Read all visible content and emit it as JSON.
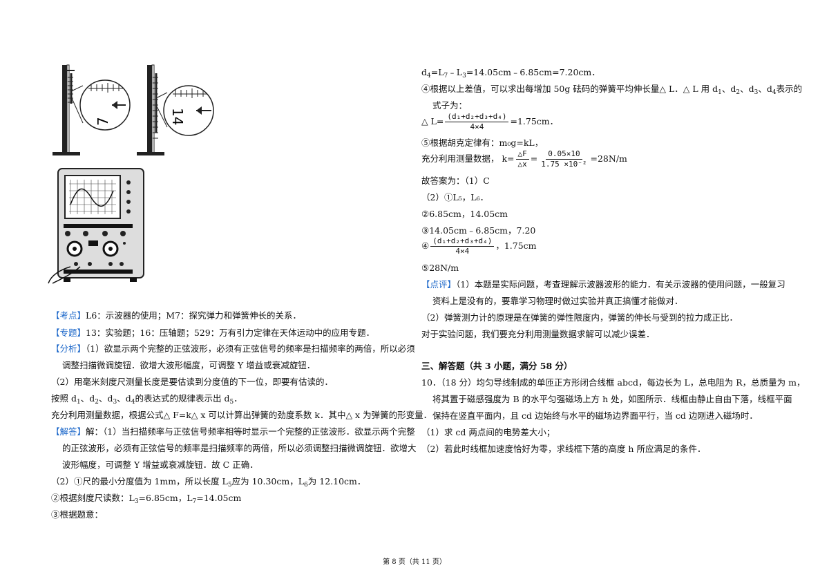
{
  "left": {
    "kaodian_tag": "【考点】",
    "kaodian_text": "L6：示波器的使用；M7：探究弹力和弹簧伸长的关系．",
    "zhuanti_tag": "【专题】",
    "zhuanti_text": "13：实验题；16：压轴题；529：万有引力定律在天体运动中的应用专题．",
    "fenxi_tag": "【分析】",
    "fenxi_1": "（1）欲显示两个完整的正弦波形，必须有正弦信号的频率是扫描频率的两倍，所以必须",
    "fenxi_2": "调整扫描微调旋钮．欲增大波形幅度，可调整 Y 增益或衰减旋钮．",
    "fenxi_3": "（2）用毫米刻度尺测量长度是要估读到分度值的下一位，即要有估读的．",
    "fenxi_4a": "按照 d",
    "fenxi_4b": "、d",
    "fenxi_4c": "、d",
    "fenxi_4d": "、d",
    "fenxi_4e": "的表达式的规律表示出 d",
    "fenxi_4f": "．",
    "fenxi_5": "充分利用测量数据，根据公式△ F=k△ x 可以计算出弹簧的劲度系数 k．其中△ x 为弹簧的形变量．",
    "jieda_tag": "【解答】",
    "jieda_1": "解：（1）当扫描频率与正弦信号频率相等时显示一个完整的正弦波形．欲显示两个完整",
    "jieda_2": "的正弦波形，必须有正弦信号的频率是扫描频率的两倍，所以必须调整扫描微调旋钮．欲增大",
    "jieda_3": "波形幅度，可调整 Y 增益或衰减旋钮．故 C 正确．",
    "jieda_4a": "（2）①尺的最小分度值为 1mm，所以长度 L",
    "jieda_4b": "应为 10.30cm，L",
    "jieda_4c": "为 12.10cm．",
    "jieda_5a": "②根据刻度尺读数：L",
    "jieda_5b": "=6.85cm，L",
    "jieda_5c": "=14.05cm",
    "jieda_6": "③根据题意："
  },
  "right": {
    "r1a": "d",
    "r1b": "=L",
    "r1c": "﹣L",
    "r1d": "=14.05cm﹣6.85cm=7.20cm．",
    "r2": "④根据以上差值，可以求出每增加 50g 砝码的弹簧平均伸长量△ L．△ L 用 d",
    "r2b": "、d",
    "r2c": "、d",
    "r2d": "、d",
    "r2e": "表示的",
    "r3": "式子为：",
    "dl_prefix": "△ L=",
    "frac1_num": "(d₁+d₂+d₃+d₄)",
    "frac1_den": "4×4",
    "dl_suffix": "=1.75cm．",
    "r5": "⑤根据胡克定律有：m₀g=kL，",
    "r6_prefix": "充分利用测量数据，  k=",
    "frac2_num": "△F",
    "frac2_den": "△x",
    "frac3_num": "0.05×10",
    "frac3_den": "1.75 ×10⁻²",
    "r6_suffix": "=28N/m",
    "ans_title": "故答案为：（1）C",
    "ans2": "（2）①L₅，L₆．",
    "ans3": "②6.85cm，14.05cm",
    "ans4": "③14.05cm﹣6.85cm，7.20",
    "ans5_prefix": "④",
    "ans5_suffix": "，1.75cm",
    "ans6": "⑤28N/m",
    "dianping_tag": "【点评】",
    "dianping_1": "（1）本题是实际问题，考查理解示波器波形的能力．有关示波器的使用问题，一般复习",
    "dianping_2": "资料上是没有的，要靠学习物理时做过实验并真正搞懂才能做对．",
    "dianping_3": "（2）弹簧测力计的原理是在弹簧的弹性限度内，弹簧的伸长与受到的拉力成正比．",
    "dianping_4": "对于实验问题，我们要充分利用测量数据求解可以减少误差．",
    "section_title": "三、解答题（共 3 小题，满分 58 分）",
    "q10_1": "10．（18 分）均匀导线制成的单匝正方形闭合线框 abcd，每边长为 L，总电阻为 R，总质量为 m，",
    "q10_2": "将其置于磁感强度为 B 的水平匀强磁场上方 h 处，如图所示．线框由静止自由下落，线框平面",
    "q10_3": "保持在竖直平面内，且 cd 边始终与水平的磁场边界面平行，当 cd 边刚进入磁场时．",
    "q10_4": "（1）求 cd 两点间的电势差大小；",
    "q10_5": "（2）若此时线框加速度恰好为零，求线框下落的高度 h 所应满足的条件．"
  },
  "figure": {
    "ruler1_label": "7",
    "ruler2_label": "14"
  },
  "footer": "第 8 页（共 11 页）"
}
